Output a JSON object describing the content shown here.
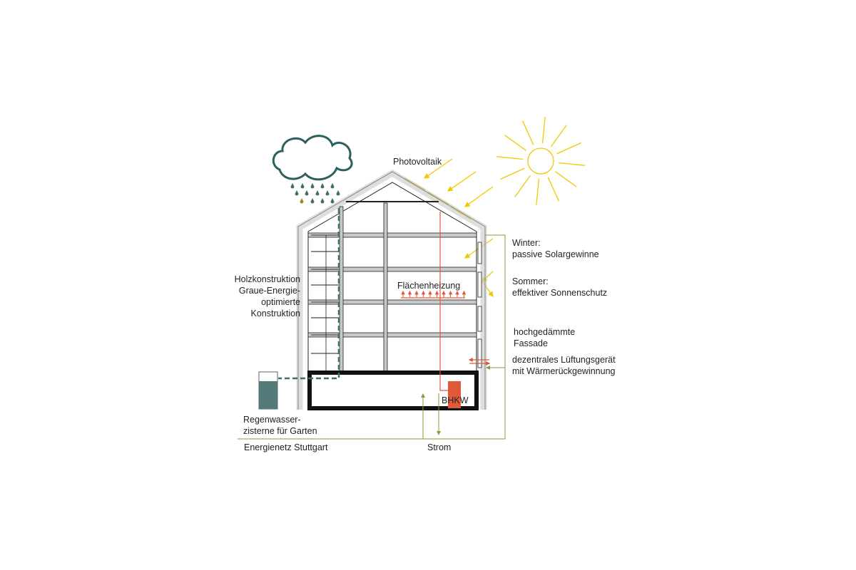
{
  "labels": {
    "photovoltaik": "Photovoltaik",
    "winter_title": "Winter:",
    "winter_text": "passive Solargewinne",
    "sommer_title": "Sommer:",
    "sommer_text": "effektiver Sonnenschutz",
    "holz_1": "Holzkonstruktion",
    "holz_2": "Graue-Energie-",
    "holz_3": "optimierte",
    "holz_4": "Konstruktion",
    "flaechenheizung": "Flächenheizung",
    "fassade_1": "hochgedämmte",
    "fassade_2": "Fassade",
    "lueftung_1": "dezentrales Lüftungsgerät",
    "lueftung_2": "mit Wärmerückgewinnung",
    "bhkw": "BHKW",
    "zisterne_1": "Regenwasser-",
    "zisterne_2": "zisterne für Garten",
    "energienetz": "Energienetz Stuttgart",
    "strom": "Strom"
  },
  "colors": {
    "sun": "#f0c800",
    "water": "#3f6e6c",
    "heat": "#e05a3a",
    "grid": "#8a9a3a",
    "wall": "#c8c8c8"
  }
}
